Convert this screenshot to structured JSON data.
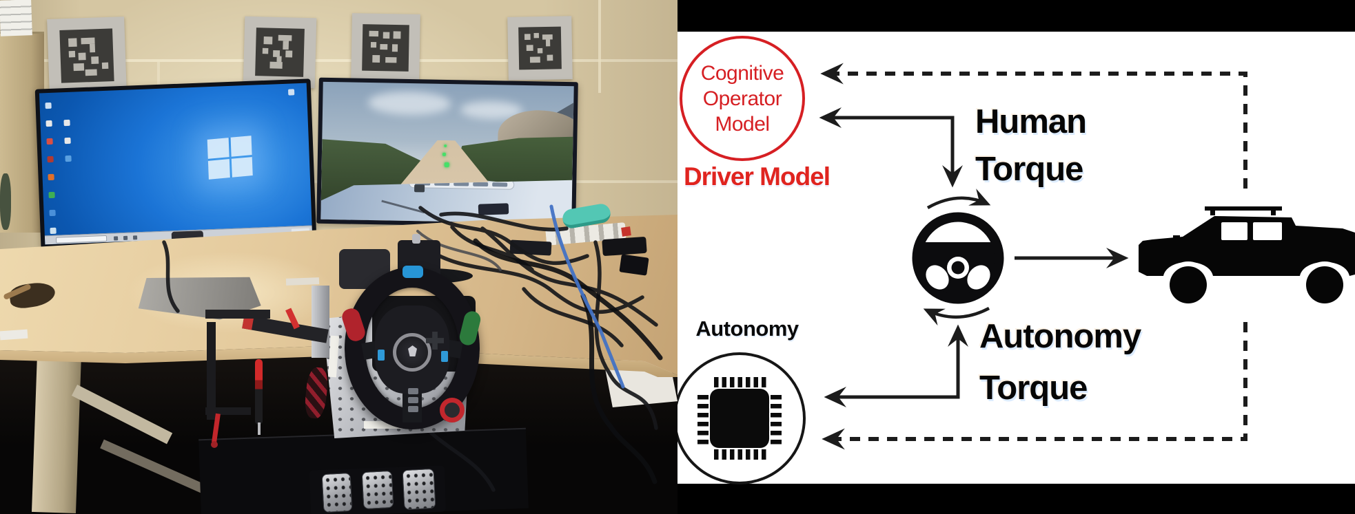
{
  "figure": {
    "left_panel": {
      "type": "photograph-of-driving-simulator",
      "fiducial_marker_count": 4,
      "monitor_count": 2,
      "pedal_count": 3,
      "monitors": [
        {
          "position": "left",
          "screen_content": "windows-10-desktop"
        },
        {
          "position": "right",
          "screen_content": "offroad-driving-simulation"
        }
      ],
      "equipment": [
        "racing-steering-wheel",
        "pedal-set",
        "aluminum-mounting-rig",
        "c-clamp",
        "screwdriver",
        "power-strip",
        "cables"
      ],
      "colors": {
        "wall": "#d5c6a2",
        "desk": "#e4ca9d",
        "windows_blue": "#1b74d6",
        "sim_sky": "#a9bac9"
      }
    },
    "right_panel": {
      "type": "control-block-diagram",
      "background": "#ffffff",
      "labels": {
        "cognitive_circle_line1": "Cognitive",
        "cognitive_circle_line2": "Operator",
        "cognitive_circle_line3": "Model",
        "driver_model": "Driver Model",
        "human_torque_line1": "Human",
        "human_torque_line2": "Torque",
        "autonomy_component": "Autonomy",
        "autonomy_torque_line1": "Autonomy",
        "autonomy_torque_line2": "Torque"
      },
      "colors": {
        "red": "#d61f23",
        "line": "#1c1c1c"
      },
      "icons": [
        "steering-wheel-icon",
        "processor-chip-icon",
        "military-vehicle-icon"
      ],
      "connections": {
        "solid_arrows": [
          "human-torque-into-wheel-and-driver-model",
          "autonomy-torque-into-wheel-and-autonomy",
          "wheel-to-vehicle"
        ],
        "dashed_feedback": [
          "vehicle-to-driver-model",
          "vehicle-to-autonomy"
        ]
      }
    }
  }
}
